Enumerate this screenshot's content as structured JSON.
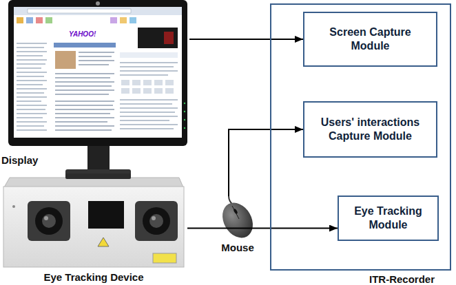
{
  "diagram": {
    "nodes": [
      {
        "text": [
          "Display"
        ]
      },
      {
        "text": [
          "ITR-Recorder"
        ]
      },
      {
        "text": [
          "Screen Capture Module"
        ],
        "in": 1
      },
      {
        "text": [
          "Users' interactions Capture Module"
        ],
        "in": 1
      },
      {
        "text": [
          "Mouse"
        ]
      },
      {
        "text": [
          "Eye Tracking Module"
        ],
        "in": 1
      },
      {
        "text": [
          "Eye Tracking Device"
        ]
      }
    ],
    "edges": [
      {
        "from": 0,
        "to": 2,
        "arrow": "to"
      },
      {
        "from": 4,
        "to": 3,
        "arrow": "to"
      },
      {
        "from": 6,
        "to": 5,
        "arrow": "to"
      }
    ],
    "labels": [
      "YAHOO!"
    ]
  }
}
